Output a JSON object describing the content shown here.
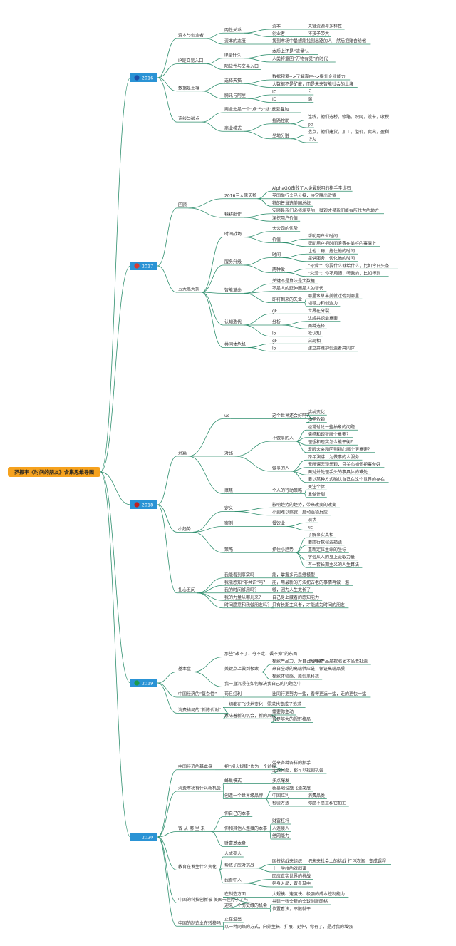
{
  "root": {
    "label": "罗振宇《时间的朋友》合集思维导图"
  },
  "colors": {
    "root_fill": "#f6a21e",
    "year_fill": "#2a93d5",
    "line": "#2f8f6e"
  },
  "years": [
    {
      "label": "2016",
      "icon": "globe-icon",
      "icon_color": "#1f4fa8",
      "topics": [
        {
          "label": "资本与创业者",
          "children": [
            {
              "label": "两性关系",
              "children": [
                {
                  "label": "资本",
                  "children": [
                    {
                      "label": "关键资源与多样性"
                    }
                  ]
                },
                {
                  "label": "创业者",
                  "children": [
                    {
                      "label": "将孩子带大"
                    }
                  ]
                }
              ]
            },
            {
              "label": "资本的态度",
              "children": [
                {
                  "label": "找到市场中最想能找到出路的人，然后把赌食给他"
                }
              ]
            }
          ]
        },
        {
          "label": "IP是交易入口",
          "children": [
            {
              "label": "IP是什么",
              "children": [
                {
                  "label": "本质上还是“流量”。"
                },
                {
                  "label": "人类将重回“万物有灵”的时代"
                }
              ]
            },
            {
              "label": "陌缺性与交易入口"
            }
          ]
        },
        {
          "label": "数据是土壤",
          "children": [
            {
              "label": "选择天猫",
              "children": [
                {
                  "label": "数据积累-->了解客户-->提升企业能力"
                },
                {
                  "label": "大数据不是矿藏，而是未来智能社会的土壤"
                }
              ]
            },
            {
              "label": "腾讯与阿里",
              "children": [
                {
                  "label": "IC",
                  "children": [
                    {
                      "label": "云"
                    }
                  ]
                },
                {
                  "label": "ID",
                  "children": [
                    {
                      "label": "端"
                    }
                  ]
                }
              ]
            }
          ]
        },
        {
          "label": "连线与破点",
          "children": [
            {
              "label": "商业史是一个“点”与“线”反复叠加"
            },
            {
              "label": "商业模式",
              "children": [
                {
                  "label": "拉路控助",
                  "children": [
                    {
                      "label": "连线，他们选桥，修路，织网，设卡，收税"
                    },
                    {
                      "label": "pp"
                    }
                  ]
                },
                {
                  "label": "坐地分赃",
                  "children": [
                    {
                      "label": "造点，他们建货，加工，溢价，卖出，盈利"
                    },
                    {
                      "label": "华为"
                    }
                  ]
                }
              ]
            }
          ]
        }
      ]
    },
    {
      "label": "2017",
      "icon": "flag-icon",
      "icon_color": "#d63a2f",
      "topics": [
        {
          "label": "回顾",
          "children": [
            {
              "label": "2016三大黑天鹅",
              "children": [
                {
                  "label": "AlphaGO击败了人类最聪明的棋手李世石"
                },
                {
                  "label": "英国举行全民公投，决定脱出欧盟"
                },
                {
                  "label": "特朗普当选美国总统"
                }
              ]
            },
            {
              "label": "精耕细作",
              "children": [
                {
                  "label": "安顾是我们必须承受的，微观才是我们能有所作为的地方"
                },
                {
                  "label": "深挖用户价值"
                }
              ]
            }
          ]
        },
        {
          "label": "五大黑天鹅",
          "children": [
            {
              "label": "时间战场",
              "children": [
                {
                  "label": "大公司的优势"
                },
                {
                  "label": "价值",
                  "children": [
                    {
                      "label": "帮助用户省时间"
                    },
                    {
                      "label": "帮助用户把时间浪费在美好的事情上"
                    }
                  ]
                }
              ]
            },
            {
              "label": "服务升级",
              "children": [
                {
                  "label": "时间",
                  "children": [
                    {
                      "label": "让他上瘾，拖住他的时间"
                    },
                    {
                      "label": "提供服务，优化他的时间"
                    }
                  ]
                },
                {
                  "label": "两种爱",
                  "children": [
                    {
                      "label": "“母爱”：你要什么就给什么，比如今日头条"
                    },
                    {
                      "label": "“父爱”：你不用懂，听我的，比如得到"
                    }
                  ]
                }
              ]
            },
            {
              "label": "智能革命",
              "children": [
                {
                  "label": "关键不是算法是大数据"
                },
                {
                  "label": "不是人的延伸而是人的替代"
                },
                {
                  "label": "即将到来的失业",
                  "children": [
                    {
                      "label": "哪里水草丰美就迁徙到哪里"
                    },
                    {
                      "label": "领导力和创造力"
                    }
                  ]
                }
              ]
            },
            {
              "label": "认知迭代",
              "children": [
                {
                  "label": "gF",
                  "children": [
                    {
                      "label": "世界在分裂"
                    }
                  ]
                },
                {
                  "label": "分析",
                  "children": [
                    {
                      "label": "达成共识最重要"
                    },
                    {
                      "label": "两种选择"
                    }
                  ]
                },
                {
                  "label": "lo",
                  "children": [
                    {
                      "label": "枪认知"
                    }
                  ]
                }
              ]
            },
            {
              "label": "共同体危机",
              "children": [
                {
                  "label": "gF",
                  "children": [
                    {
                      "label": "启局相"
                    }
                  ]
                },
                {
                  "label": "lo",
                  "children": [
                    {
                      "label": "建立并维护创造者共同体"
                    }
                  ]
                }
              ]
            }
          ]
        }
      ]
    },
    {
      "label": "2018",
      "icon": "book-icon",
      "icon_color": "#c0211f",
      "topics": [
        {
          "label": "开篇",
          "children": [
            {
              "label": "uc",
              "children": [
                {
                  "label": "这个世界还会好吗？",
                  "children": [
                    {
                      "label": "接纳变化"
                    },
                    {
                      "label": "扬手依赖"
                    }
                  ]
                }
              ]
            },
            {
              "label": "对比",
              "children": [
                {
                  "label": "不做事的人",
                  "children": [
                    {
                      "label": "经常讨论一些抽象的问题"
                    },
                    {
                      "label": "情感和理智哪个重要？"
                    },
                    {
                      "label": "理想和现实怎么能平衡？"
                    },
                    {
                      "label": "着眼未来和回到初心哪个更重要？"
                    }
                  ]
                },
                {
                  "label": "做事的人",
                  "children": [
                    {
                      "label": "跨年演讲：为做事的人服务"
                    },
                    {
                      "label": "无所谓悲观乐观，只关心如何把事做好"
                    },
                    {
                      "label": "面对并处理手头的事具体的难处"
                    },
                    {
                      "label": "要以某种方式确认自己在这个世界的存在"
                    }
                  ]
                }
              ]
            },
            {
              "label": "聚焦",
              "children": [
                {
                  "label": "个人的行动策略",
                  "children": [
                    {
                      "label": "关注个体"
                    },
                    {
                      "label": "重做计划"
                    }
                  ]
                }
              ]
            }
          ]
        },
        {
          "label": "小趋势",
          "children": [
            {
              "label": "定义",
              "children": [
                {
                  "label": "影响趋势的趋势，带来改变的改变"
                },
                {
                  "label": "小到难以察觉，启动连锁反应"
                }
              ]
            },
            {
              "label": "案例",
              "children": [
                {
                  "label": "餐饮业",
                  "children": [
                    {
                      "label": "现状"
                    },
                    {
                      "label": "uc"
                    }
                  ]
                }
              ]
            },
            {
              "label": "策略",
              "children": [
                {
                  "label": "抓住小趋势",
                  "children": [
                    {
                      "label": "了解事实真相"
                    },
                    {
                      "label": "要践行数程变描语"
                    },
                    {
                      "label": "重新定位生命的坐标"
                    },
                    {
                      "label": "学会从人的身上汲取力量"
                    },
                    {
                      "label": "有一套长期主义的人生算法"
                    }
                  ]
                }
              ]
            }
          ]
        },
        {
          "label": "扎心五问",
          "children": [
            {
              "label": "我能看到事实吗",
              "children": [
                {
                  "label": "能，掌握多元思维模型"
                }
              ]
            },
            {
              "label": "我能感知“非共识”吗？",
              "children": [
                {
                  "label": "能，用最新的方法把古老的事情再做一遍"
                }
              ]
            },
            {
              "label": "我的时间够用吗？",
              "children": [
                {
                  "label": "够，因为人生太长了"
                }
              ]
            },
            {
              "label": "我的力量从哪儿来？",
              "children": [
                {
                  "label": "自己身上藏着的感知能力"
                }
              ]
            },
            {
              "label": "时间愿意和我做朋友吗？",
              "children": [
                {
                  "label": "只有长期主义者，才能成为时间的朋友"
                }
              ]
            }
          ]
        }
      ]
    },
    {
      "label": "2019",
      "icon": "target-icon",
      "icon_color": "#1d9a4a",
      "topics": [
        {
          "label": "基本盘",
          "children": [
            {
              "label": "那些“改不了、夺不走、丢不掉”的东西"
            },
            {
              "label": "关键点上做到极致",
              "children": [
                {
                  "label": "极致产品力，对自己足够狠",
                  "children": [
                    {
                      "label": "卡萨帝产品是按照艺术品去打造"
                    }
                  ]
                },
                {
                  "label": "来自全球的高端供应链，保证高端品质"
                },
                {
                  "label": "极致体验感，原创黑科技"
                }
              ]
            },
            {
              "label": "我一直沉浸在如何解决我自己的问题之中"
            }
          ]
        },
        {
          "label": "中国经济的“复杂性”",
          "children": [
            {
              "label": "苟且红利",
              "children": [
                {
                  "label": "比同行更努力一些，看得更远一些，走的更快一些"
                }
              ]
            }
          ]
        },
        {
          "label": "消费格局的“新陈代谢”",
          "children": [
            {
              "label": "一切都在飞快地变化，需求也变成了追求"
            },
            {
              "label": "意味着新的机会，新的风口",
              "children": [
                {
                  "label": "需要你主动"
                },
                {
                  "label": "有足够大的视野格局"
                }
              ]
            }
          ]
        }
      ]
    },
    {
      "label": "2020",
      "icon": "",
      "icon_color": "",
      "topics": [
        {
          "label": "中国经济的基本盘",
          "children": [
            {
              "label": "把“超大规模”作为一个前提",
              "children": [
                {
                  "label": "带来各种各样的抓手"
                },
                {
                  "label": "无论何处，都可以找到机会"
                }
              ]
            }
          ]
        },
        {
          "label": "消费市场有什么新机会",
          "children": [
            {
              "label": "蜂巢模式",
              "children": [
                {
                  "label": "多点爆发"
                }
              ]
            },
            {
              "label": "创造一个世界级品牌",
              "children": [
                {
                  "label": "新基础设施飞速发展"
                },
                {
                  "label": "中国红利",
                  "children": [
                    {
                      "label": "消费品类"
                    }
                  ]
                },
                {
                  "label": "检验方法",
                  "children": [
                    {
                      "label": "你愿不愿意和它拍拍"
                    }
                  ]
                }
              ]
            }
          ]
        },
        {
          "label": "钱 从 哪 里 来",
          "children": [
            {
              "label": "你自己的本事"
            },
            {
              "label": "你和其他人连接的本事",
              "children": [
                {
                  "label": "财富杠杆"
                },
                {
                  "label": "人连接人"
                },
                {
                  "label": "结网能力"
                }
              ]
            },
            {
              "label": "财富基本盘"
            }
          ]
        },
        {
          "label": "教育在发生什么变化",
          "children": [
            {
              "label": "人成亮人"
            },
            {
              "label": "帮孩子应对挑战",
              "children": [
                {
                  "label": "国技挑战来组织",
                  "children": [
                    {
                      "label": "把未来社会上的挑战 打包浓缩，变成课程"
                    }
                  ]
                },
                {
                  "label": "十一学校的戏剧课"
                }
              ]
            },
            {
              "label": "我看中人",
              "children": [
                {
                  "label": "回应真实世界的挑战"
                },
                {
                  "label": "躬身入局，置身其中"
                }
              ]
            }
          ]
        },
        {
          "label": "中国的科技创新被 美国卡住脖子了吗",
          "children": [
            {
              "label": "在制造方面",
              "children": [
                {
                  "label": "大规模、速度快、极强的成本控制能力"
                }
              ]
            },
            {
              "label": "迎来一个历史级的机会",
              "children": [
                {
                  "label": "共建一张全新的全球创新网络"
                },
                {
                  "label": "位置看法，不限就干"
                }
              ]
            }
          ]
        },
        {
          "label": "中国的制造业在转移吗",
          "children": [
            {
              "label": "正在溢出"
            },
            {
              "label": "以一种网络的方式，向外生长、扩展、延伸，你有了，是对我的增强"
            }
          ]
        }
      ]
    }
  ]
}
